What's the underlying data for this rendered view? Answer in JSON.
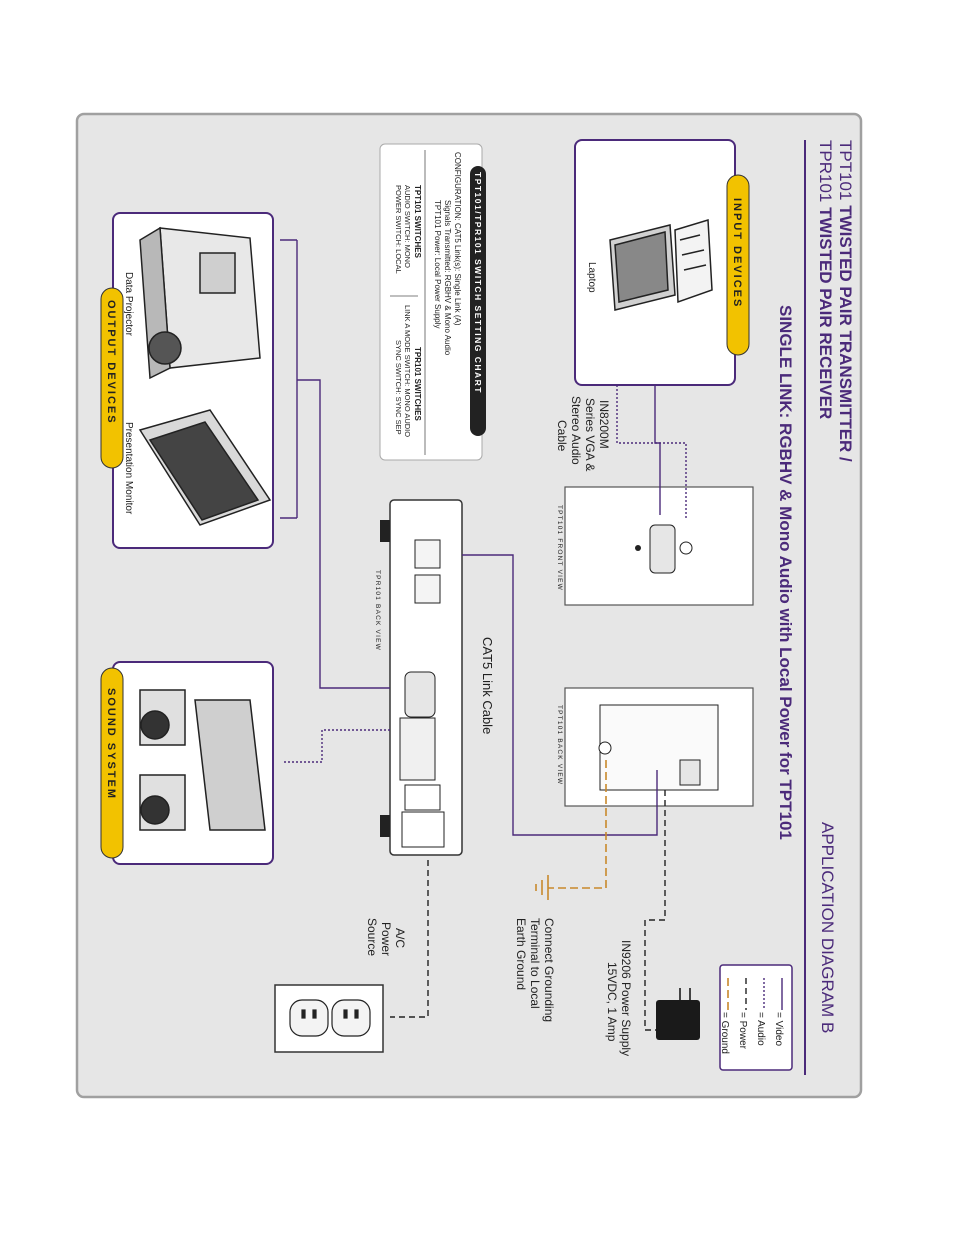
{
  "title": {
    "line1_light": "TPT101 ",
    "line1_bold": "TWISTED PAIR TRANSMITTER /",
    "line2_light": "TPR101 ",
    "line2_bold": "TWISTED PAIR RECEIVER",
    "subtitle": "SINGLE LINK: RGBHV & Mono Audio with Local Power for TPT101",
    "diagram_label": "APPLICATION DIAGRAM B"
  },
  "input_devices": {
    "header": "INPUT DEVICES",
    "laptop_label": "Laptop"
  },
  "output_devices": {
    "header": "OUTPUT DEVICES",
    "projector_label": "Data Projector",
    "monitor_label": "Presentation Monitor"
  },
  "sound_system": {
    "header": "SOUND SYSTEM"
  },
  "switch_chart": {
    "header": "TPT101/TPR101 SWITCH SETTING CHART",
    "configuration": [
      "CONFIGURATION:  CAT5 Link(s): Single Link (A)",
      "Signals Transmitted: RGBHV & Mono Audio",
      "TPT101 Power: Local Power Supply"
    ],
    "tpt_title": "TPT101 SWITCHES",
    "tpt_lines": [
      "AUDIO SWITCH: MONO",
      "POWER SWITCH: LOCAL"
    ],
    "tpr_title": "TPR101 SWITCHES",
    "tpr_lines": [
      "LINK A MODE SWITCH: MONO AUDIO",
      "SYNC SWITCH: SYNC SEP"
    ]
  },
  "cable_labels": {
    "vga": [
      "IN8200M",
      "Series VGA &",
      "Stereo Audio",
      "Cable"
    ],
    "cat5": "CAT5 Link Cable",
    "power_supply": [
      "IN9206 Power Supply",
      "15VDC, 1 Amp"
    ],
    "ground": [
      "Connect Grounding",
      "Terminal to Local",
      "Earth Ground"
    ],
    "ac": [
      "A/C",
      "Power",
      "Source"
    ]
  },
  "device_labels": {
    "tpt_front": "TPT101 FRONT VIEW",
    "tpt_back": "TPT101 BACK VIEW",
    "tpr_back": "TPR101 BACK VIEW"
  },
  "legend": {
    "items": [
      {
        "label": "= Video",
        "style": "solid",
        "color": "#4b2a7a"
      },
      {
        "label": "= Audio",
        "style": "dotted",
        "color": "#4b2a7a"
      },
      {
        "label": "= Power",
        "style": "dashed",
        "color": "#222222"
      },
      {
        "label": "= Ground",
        "style": "dashed",
        "color": "#c8892c"
      }
    ]
  },
  "colors": {
    "accent": "#4b2a7a",
    "badge": "#f2c200",
    "panel": "#e6e6e6",
    "ground": "#c8892c"
  }
}
